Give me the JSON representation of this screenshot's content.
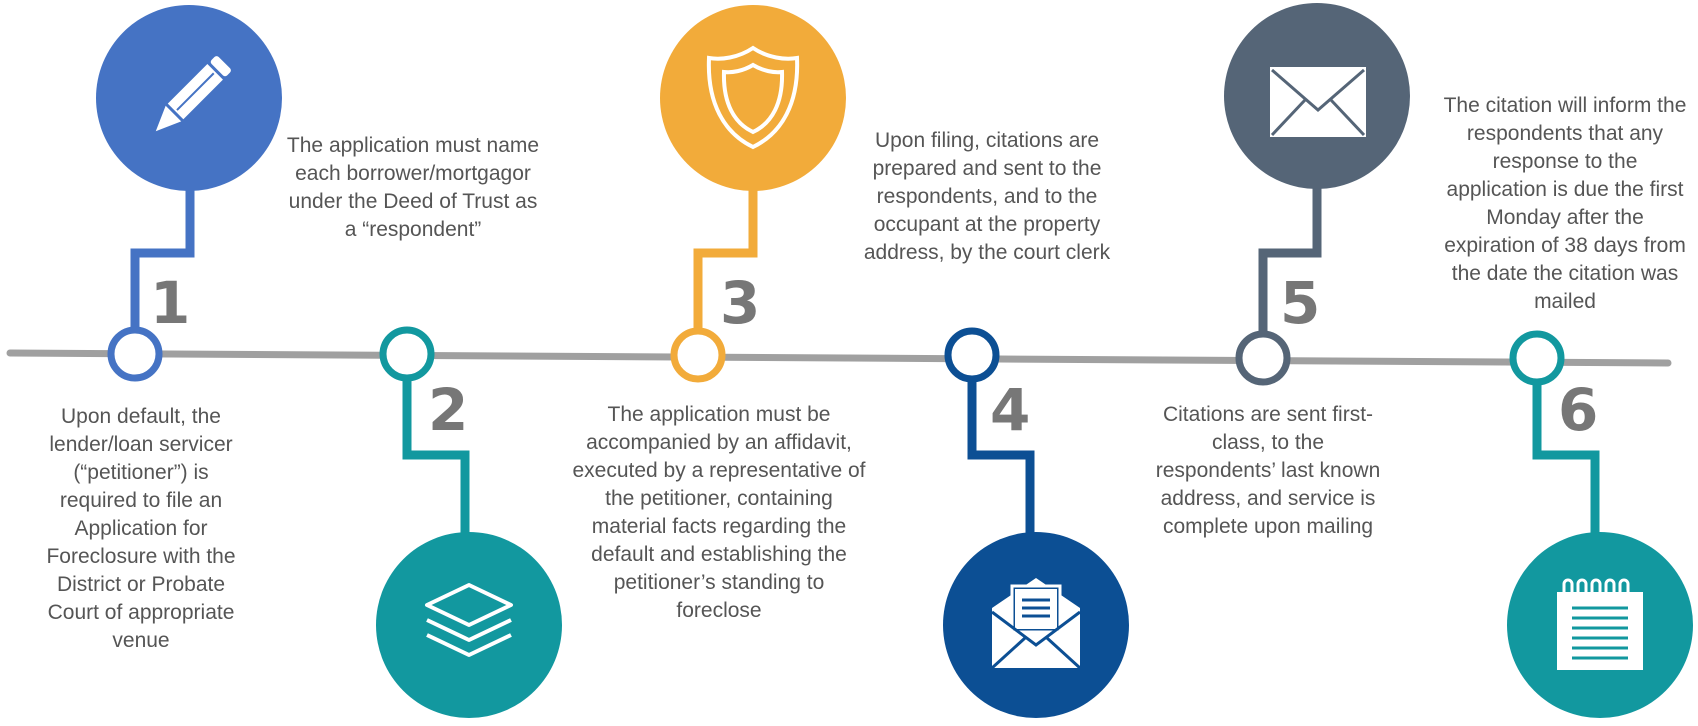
{
  "steps": [
    {
      "number": "1",
      "color": "#4573c4",
      "icon": "pencil-icon",
      "text": "Upon default, the lender/loan servicer (“petitioner”) is required to file an Application for Foreclosure with the District or Probate Court of appropriate venue"
    },
    {
      "number": "2",
      "color": "#12989f",
      "icon": "layers-icon",
      "text": "The application must name each borrower/mortgagor under the Deed of Trust as a “respondent”"
    },
    {
      "number": "3",
      "color": "#f2ab3a",
      "icon": "shield-icon",
      "text": "Upon filing, citations are prepared and sent to the respondents, and to the occupant at the property address, by the court clerk"
    },
    {
      "number": "4",
      "color": "#0c4f94",
      "icon": "open-envelope-icon",
      "text": "The application must be accompanied by an affidavit, executed by a representative of the petitioner, containing material facts regarding the default and establishing the petitioner’s standing to foreclose"
    },
    {
      "number": "5",
      "color": "#556577",
      "icon": "envelope-icon",
      "text": "The citation will inform the respondents that any response to the application is due the first Monday after the expiration of 38 days from the date the citation was mailed"
    },
    {
      "number": "6",
      "color": "#12989f",
      "icon": "notepad-icon",
      "text": "Citations are sent first-class, to the respondents’ last known address, and service is complete upon mailing"
    }
  ],
  "timeline_color": "#a0a0a0"
}
